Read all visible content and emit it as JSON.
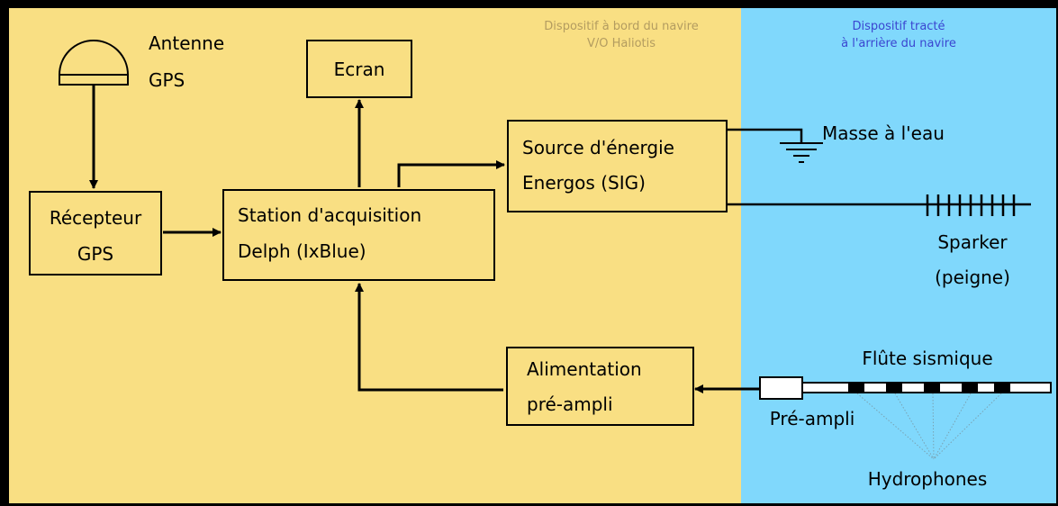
{
  "colors": {
    "ship_zone": "#f9df83",
    "towed_zone": "#80d8fc",
    "frame": "#000000",
    "ship_zone_label": "#b39c60",
    "towed_zone_label": "#3a45d0",
    "hydrophone_lines": "#7aa3b3"
  },
  "zones": {
    "ship": {
      "line1": "Dispositif à bord du navire",
      "line2": "V/O Haliotis"
    },
    "towed": {
      "line1": "Dispositif tracté",
      "line2": "à l'arrière du navire"
    }
  },
  "labels": {
    "antenna_line1": "Antenne",
    "antenna_line2": "GPS",
    "water_ground": "Masse à l'eau",
    "sparker_line1": "Sparker",
    "sparker_line2": "(peigne)",
    "streamer": "Flûte sismique",
    "preamp": "Pré-ampli",
    "hydrophones": "Hydrophones"
  },
  "boxes": {
    "screen": {
      "line1": "Ecran"
    },
    "receiver": {
      "line1": "Récepteur",
      "line2": "GPS"
    },
    "acquisition": {
      "line1": "Station d'acquisition",
      "line2": "Delph (IxBlue)"
    },
    "energy_source": {
      "line1": "Source d'énergie",
      "line2": "Energos (SIG)"
    },
    "preamp_power": {
      "line1": "Alimentation",
      "line2": "pré-ampli"
    }
  },
  "icons": {
    "antenna": "dome-antenna-icon",
    "ground": "ground-symbol-icon",
    "sparker": "comb-electrode-icon"
  }
}
